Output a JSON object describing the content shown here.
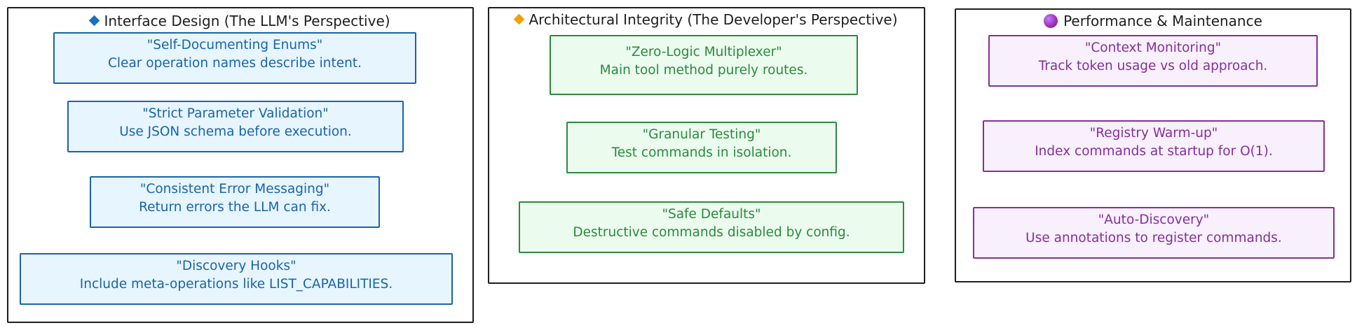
{
  "columns": [
    {
      "title": "Interface Design (The LLM's Perspective)",
      "icon": "blue-diamond-icon",
      "cards": [
        {
          "name": "\"Self-Documenting Enums\"",
          "desc": "Clear operation names describe intent."
        },
        {
          "name": "\"Strict Parameter Validation\"",
          "desc": "Use JSON schema before execution."
        },
        {
          "name": "\"Consistent Error Messaging\"",
          "desc": "Return errors the LLM can fix."
        },
        {
          "name": "\"Discovery Hooks\"",
          "desc": "Include meta-operations like LIST_CAPABILITIES."
        }
      ]
    },
    {
      "title": "Architectural Integrity (The Developer's Perspective)",
      "icon": "orange-diamond-icon",
      "cards": [
        {
          "name": "\"Zero-Logic Multiplexer\"",
          "desc": "Main tool method purely routes."
        },
        {
          "name": "\"Granular Testing\"",
          "desc": "Test commands in isolation."
        },
        {
          "name": "\"Safe Defaults\"",
          "desc": "Destructive commands disabled by config."
        }
      ]
    },
    {
      "title": "Performance & Maintenance",
      "icon": "purple-circle-icon",
      "cards": [
        {
          "name": "\"Context Monitoring\"",
          "desc": "Track token usage vs old approach."
        },
        {
          "name": "\"Registry Warm-up\"",
          "desc": "Index commands at startup for O(1)."
        },
        {
          "name": "\"Auto-Discovery\"",
          "desc": "Use annotations to register commands."
        }
      ]
    }
  ],
  "colors": {
    "blue": "#1864ab",
    "blue_fill": "#e7f5ff",
    "green": "#2b8a3e",
    "green_fill": "#ebfbee",
    "purple": "#862e9c",
    "purple_fill": "#f8f0fc",
    "orange_icon": "#f59f00"
  }
}
